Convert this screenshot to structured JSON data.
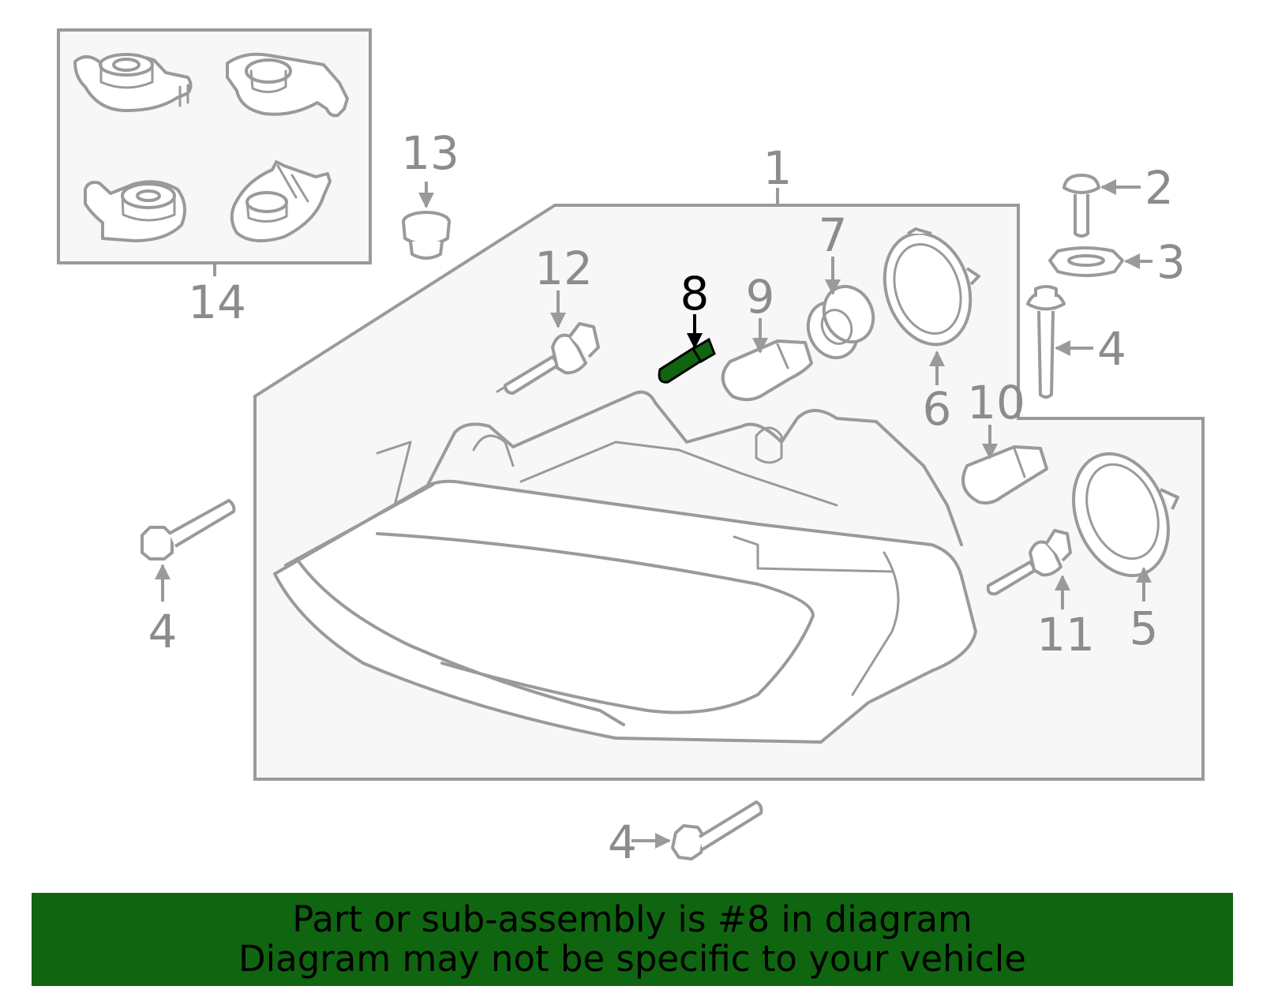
{
  "callouts": {
    "c1": "1",
    "c2": "2",
    "c3": "3",
    "c4a": "4",
    "c4b": "4",
    "c4c": "4",
    "c5": "5",
    "c6": "6",
    "c7": "7",
    "c8": "8",
    "c9": "9",
    "c10": "10",
    "c11": "11",
    "c12": "12",
    "c13": "13",
    "c14": "14"
  },
  "highlight": {
    "part": "8",
    "color": "#106510"
  },
  "banner": {
    "line1": "Part or sub-assembly is #8 in diagram",
    "line2": "Diagram may not be specific to your vehicle",
    "background": "#106510"
  }
}
